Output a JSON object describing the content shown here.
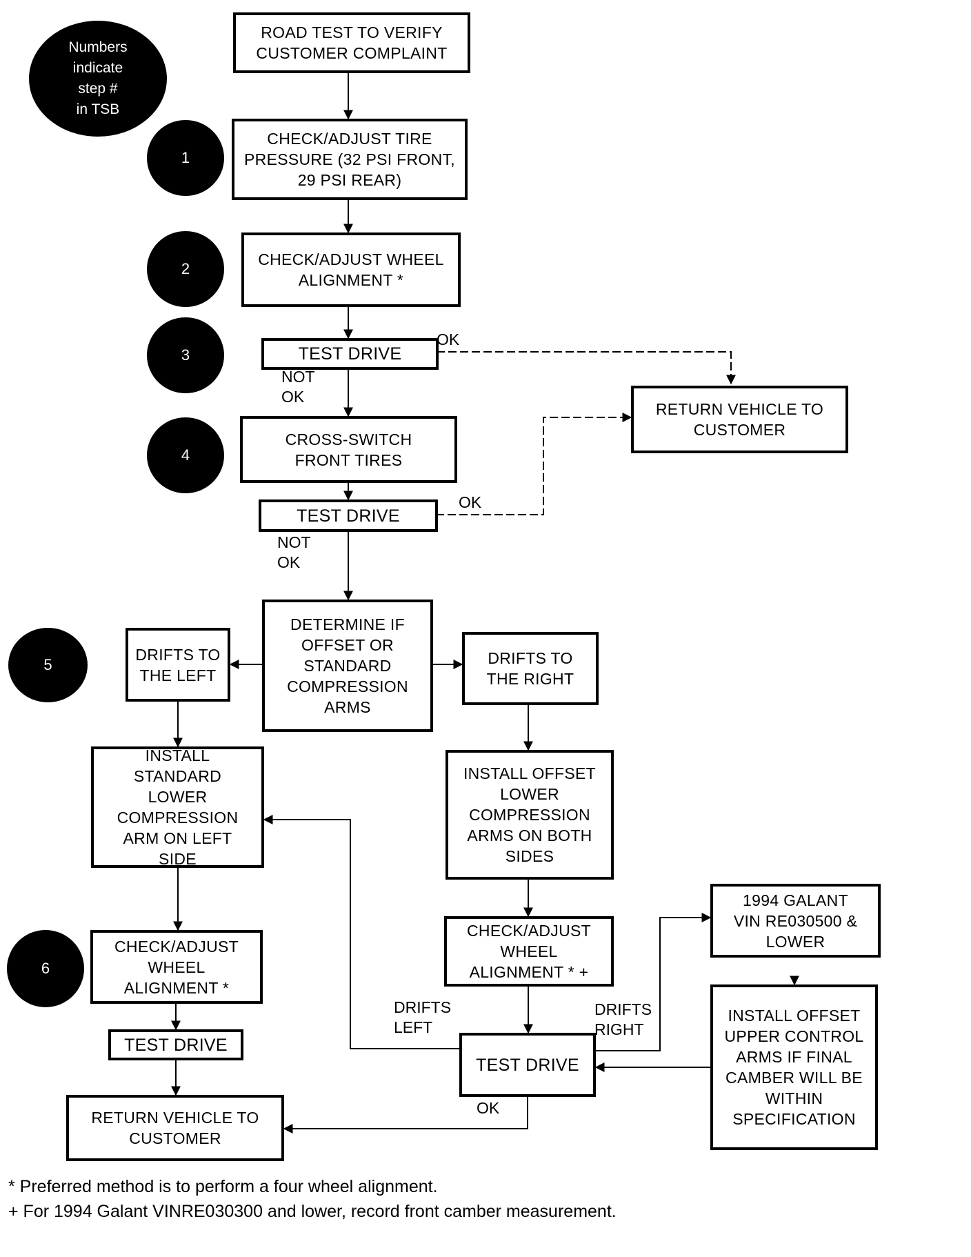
{
  "legend": {
    "text": "Numbers\nindicate\nstep #\nin TSB"
  },
  "steps": [
    "1",
    "2",
    "3",
    "4",
    "5",
    "6"
  ],
  "boxes": {
    "road_test": "ROAD TEST TO VERIFY\nCUSTOMER COMPLAINT",
    "tire_pressure": "CHECK/ADJUST TIRE\nPRESSURE (32 PSI FRONT,\n29 PSI REAR)",
    "wheel_alignment_1": "CHECK/ADJUST WHEEL\nALIGNMENT *",
    "test_drive_1": "TEST DRIVE",
    "return_vehicle_1": "RETURN VEHICLE TO\nCUSTOMER",
    "cross_switch": "CROSS-SWITCH\nFRONT TIRES",
    "test_drive_2": "TEST DRIVE",
    "determine": "DETERMINE IF\nOFFSET OR\nSTANDARD\nCOMPRESSION\nARMS",
    "drifts_left": "DRIFTS TO\nTHE LEFT",
    "drifts_right": "DRIFTS TO\nTHE RIGHT",
    "install_standard": "INSTALL\nSTANDARD\nLOWER\nCOMPRESSION\nARM ON LEFT\nSIDE",
    "install_offset_lower": "INSTALL OFFSET\nLOWER\nCOMPRESSION\nARMS ON BOTH\nSIDES",
    "wheel_alignment_left": "CHECK/ADJUST\nWHEEL\nALIGNMENT *",
    "wheel_alignment_right": "CHECK/ADJUST\nWHEEL\nALIGNMENT * +",
    "galant_check": "1994 GALANT\nVIN RE030500 &\nLOWER",
    "install_offset_upper": "INSTALL OFFSET\nUPPER CONTROL\nARMS IF FINAL\nCAMBER WILL BE\nWITHIN\nSPECIFICATION",
    "test_drive_left": "TEST DRIVE",
    "test_drive_right": "TEST DRIVE",
    "return_vehicle_2": "RETURN VEHICLE TO\nCUSTOMER"
  },
  "labels": {
    "ok_1": "OK",
    "not_ok_1": "NOT\nOK",
    "ok_2": "OK",
    "not_ok_2": "NOT\nOK",
    "drifts_left": "DRIFTS\nLEFT",
    "drifts_right": "DRIFTS\nRIGHT",
    "ok_3": "OK"
  },
  "footnotes": [
    "* Preferred method is to perform a four wheel alignment.",
    "+ For 1994 Galant VINRE030300 and lower, record front camber measurement."
  ]
}
